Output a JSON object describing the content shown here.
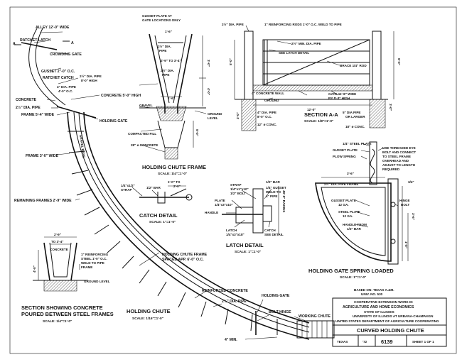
{
  "main_plan": {
    "labels": {
      "alley": "ALLEY 12'-0\" WIDE",
      "ratchet_latch": "RATCHET LATCH",
      "section_marker": "A",
      "crowding_gate": "CROWDING GATE",
      "gusset_plate": "GUSSET 2\"-0\" O.C.",
      "ratchet_catch": "RATCHET CATCH",
      "pipe_dia_top": "2½\" DIA. PIPE",
      "pipe_spacing_top": "8'-0\" HIGH",
      "concrete_high": "CONCRETE 5'-0\" HIGH",
      "dia_pipe_4": "4\" DIA. PIPE",
      "pipe_oc_4": "4'-0\" O.C.",
      "concrete": "CONCRETE",
      "pipe_dia_25": "2½\" DIA. PIPE",
      "frame_wide_54": "FRAME 5'-4\" WIDE",
      "holding_gate": "HOLDING GATE",
      "gravel_base": "GRAVEL BASE",
      "frame_30": "FRAME 3'-0\" WIDE",
      "remaining_frames": "REMAINING FRAMES 2'-9\" WIDE",
      "reinforced_concrete": "REINFORCED CONCRETE",
      "pipe_dia_bottom": "2½\" DIA. PIPE",
      "holding_gate_b": "HOLDING GATE",
      "bolt_hinge": "BOLT HINGE",
      "working_chute": "WORKING CHUTE",
      "min_4": "4\" MIN.",
      "holding_chute_frame": "HOLDING CHUTE FRAME",
      "holding_chute_spacing": "SPACED APP. 6'-0\" O.C."
    },
    "title": "HOLDING CHUTE",
    "scale": "SCALE: 1/16\"=1'-0\""
  },
  "section_concrete": {
    "dim_top": "2'-9\"",
    "dim_mid": "TO 3'-4\"",
    "concrete": "CONCRETE",
    "reinforcing": "1\" REINFORCING",
    "reinforcing_2": "STEEL 1'-0\" O.C.",
    "reinforcing_3": "WELD TO PIPE",
    "reinforcing_4": "FRAME",
    "ground_level": "GROUND LEVEL",
    "height": "4'-0\"",
    "title_1": "SECTION SHOWING CONCRETE",
    "title_2": "POURED BETWEEN STEEL FRAMES",
    "scale": "SCALE: 1/4\"=1'-0\""
  },
  "chute_frame": {
    "gusset": "GUSSET PLATE AT",
    "gusset_2": "GATE LOCATIONS ONLY",
    "top_dim": "1'-6\"",
    "pipe": "2½\" DIA.",
    "pipe_2": "PIPE",
    "dim_2": "2'-9\" TO 3'-4\"",
    "pipe_3": "2½\" DIA.",
    "pipe_4": "PIPE",
    "height_3": "3'-0\"",
    "height_4": "4'-0\"",
    "base_dim": "1'-6\"",
    "gravel": "GRAVEL",
    "ground_level": "GROUND",
    "ground_level_2": "LEVEL",
    "compacted_fill": "COMPACTED FILL",
    "concrete": "28\" ø CONCRETE",
    "height_5": "5'-0\"",
    "title": "HOLDING CHUTE FRAME",
    "scale": "SCALE: 1/4\"=1'-0\""
  },
  "catch_detail": {
    "bar": "1/4\"x1/2\"",
    "strap": "STRAP",
    "bar_dia": "1/2\" BAR",
    "dim_1": "1'-0\" TO",
    "dim_2": "2'-0\"",
    "title": "CATCH DETAIL",
    "scale": "SCALE: 1\"=1'-0\""
  },
  "latch_detail": {
    "strap": "STRAP",
    "strap_2": "1/4\"x1\"x10\"",
    "bolt": "1/2\" BOLT",
    "plate": "PLATE",
    "plate_2": "1/4\"x3\"x10\"",
    "handle": "HANDLE",
    "latch": "LATCH",
    "latch_2": "1/4\"x3\"x18\"",
    "bar_dia": "1/2\" BAR",
    "gusset": "1/4\" GUSSET",
    "gusset_2": "WELD TO",
    "gusset_3": "4\" PIPE",
    "catch": "CATCH",
    "catch_2": "SEE DETAIL",
    "radius": "40'-0\" RADIUS",
    "title": "LATCH DETAIL",
    "scale": "SCALE: 1\"=1'-0\""
  },
  "gate_elevation": {
    "pipe_top": "2½\" DIA. PIPE",
    "reinforcing": "1\" REINFORCING RODS 1'-0\" O.C. WELD TO PIPE",
    "min_pipe": "2½\" MIN. DIA. PIPE",
    "latch": "SEE LATCH DETAIL",
    "brace": "BRACE 1/4\" ROD",
    "wall": "4\" CONCRETE WALL",
    "gate": "GATE 11'-8\" WIDE",
    "gate_2": "BY 5'-3\" HIGH",
    "ground": "GROUND",
    "width": "12'-0\"",
    "height_l": "5'-0\"",
    "height_r": "6'-0\"",
    "base_l": "3'-0\"",
    "base_r": "3'-0\"",
    "pipe_l": "4\" DIA. PIPE",
    "pipe_l2": "8'-0\" O.C.",
    "conc_l": "12\" ø CONC.",
    "section": "SECTION A-A",
    "section_scale": "SCALE: 1/8\"=1'-0\"",
    "pipe_r": "5\" DIA PIPE",
    "pipe_r2": "OR LARGER",
    "conc_r": "18\" ø CONC."
  },
  "spring_gate": {
    "steel_plate": "1/4\" STEEL PLATE",
    "gusset": "GUSSET PLATE",
    "plow": "PLOW SPRING",
    "eye_bolt": "USE THREADED EYE",
    "eye_bolt_2": "BOLT AND CONNECT",
    "eye_bolt_3": "TO STEEL FRAME",
    "eye_bolt_4": "OVERHEAD AND",
    "eye_bolt_5": "ADJUST TO LENGTH",
    "eye_bolt_6": "REQUIRED",
    "dim_top": "3'-6\"",
    "pipe_frame": "2½\" DIA. PIPE FRAME",
    "dim_34": "3/4\"",
    "gusset_lower": "GUSSET PLATE",
    "gusset_lower_2": "12 GA.",
    "hinge": "HINGE",
    "hinge_2": "BOLT",
    "steel_lower": "STEEL PLATE",
    "steel_lower_2": "12 GA.",
    "handle": "HANDLE FROM",
    "handle_2": "1/2\" BAR",
    "dim_side": "3'-6\"",
    "dim_side_2": "1'-0\"",
    "title": "HOLDING GATE SPRING LOADED",
    "scale": "SCALE: 1\"=1'-0\""
  },
  "title_block": {
    "based_on": "BASED ON: TEXAS A.&M.",
    "univ": "UNIV. NO. 530",
    "line1": "COOPERATIVE EXTENSION WORK IN",
    "line2": "AGRICULTURE AND HOME ECONOMICS",
    "line3": "STATE OF ILLINOIS",
    "line4": "UNIVERSITY OF ILLINOIS AT URBANA-CHAMPAIGN",
    "line5": "UNITED STATES DEPARTMENT OF AGRICULTURE COOPERATING",
    "drawing_title": "CURVED HOLDING CHUTE",
    "state": "TEXAS",
    "year": "'72",
    "number": "6139",
    "sheet": "SHEET 1 OF 1"
  }
}
